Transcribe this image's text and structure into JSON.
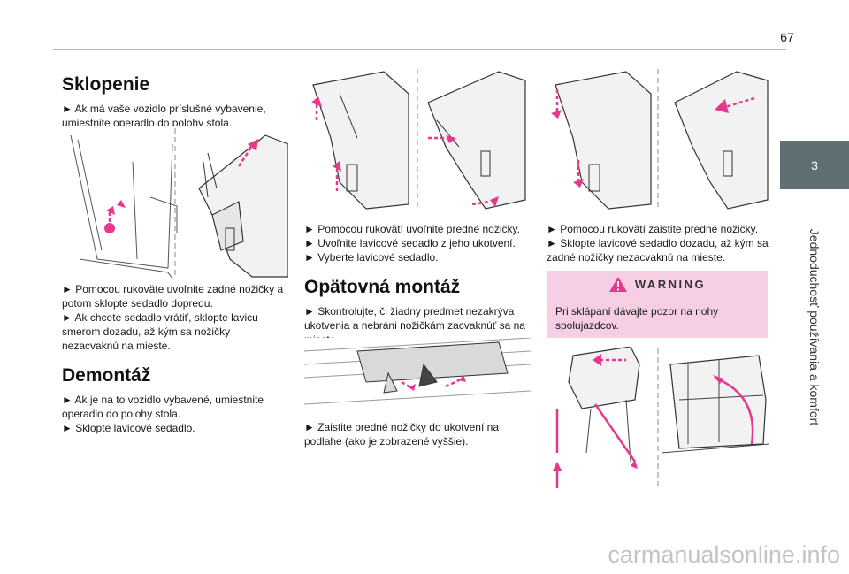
{
  "page": {
    "number": "67"
  },
  "chapter": {
    "number": "3",
    "title": "Jednoduchosť používania a komfort"
  },
  "sections": {
    "sklopenie": {
      "heading": "Sklopenie",
      "intro": "► Ak má vaše vozidlo príslušné vybavenie, umiestnite operadlo do polohy stola.",
      "steps": [
        "► Pomocou rukoväte uvoľnite zadné nožičky a potom sklopte sedadlo dopredu.",
        "► Ak chcete sedadlo vrátiť, sklopte lavicu smerom dozadu, až kým sa nožičky nezacvaknú na mieste."
      ]
    },
    "demontaz": {
      "heading": "Demontáž",
      "steps": [
        "► Ak je na to vozidlo vybavené, umiestnite operadlo do polohy stola.",
        "► Sklopte lavicové sedadlo."
      ]
    },
    "removal_steps": [
      "► Pomocou rukovätí uvoľnite predné nožičky.",
      "► Uvoľnite lavicové sedadlo z jeho ukotvení.",
      "► Vyberte lavicové sedadlo."
    ],
    "montaz": {
      "heading": "Opätovná montáž",
      "check": "► Skontrolujte, či žiadny predmet nezakrýva ukotvenia a nebráni nožičkám zacvaknúť sa na mieste.",
      "secure": "► Zaistite predné nožičky do ukotvení na podlahe (ako je zobrazené vyššie)."
    },
    "reinstall_steps": [
      "► Pomocou rukovätí zaistite predné nožičky.",
      "► Sklopte lavicové sedadlo dozadu, až kým sa zadné nožičky nezacvaknú na mieste."
    ],
    "warning": {
      "title": "WARNING",
      "text": "Pri sklápaní dávajte pozor na nohy spolujazdcov."
    }
  },
  "watermark": "carmanualsonline.info",
  "colors": {
    "accent_arrow": "#e8378f",
    "warning_bg": "#f6cfe4",
    "tab_bg": "#5f6f74"
  },
  "icons": {
    "warning": "warning-triangle-icon"
  }
}
